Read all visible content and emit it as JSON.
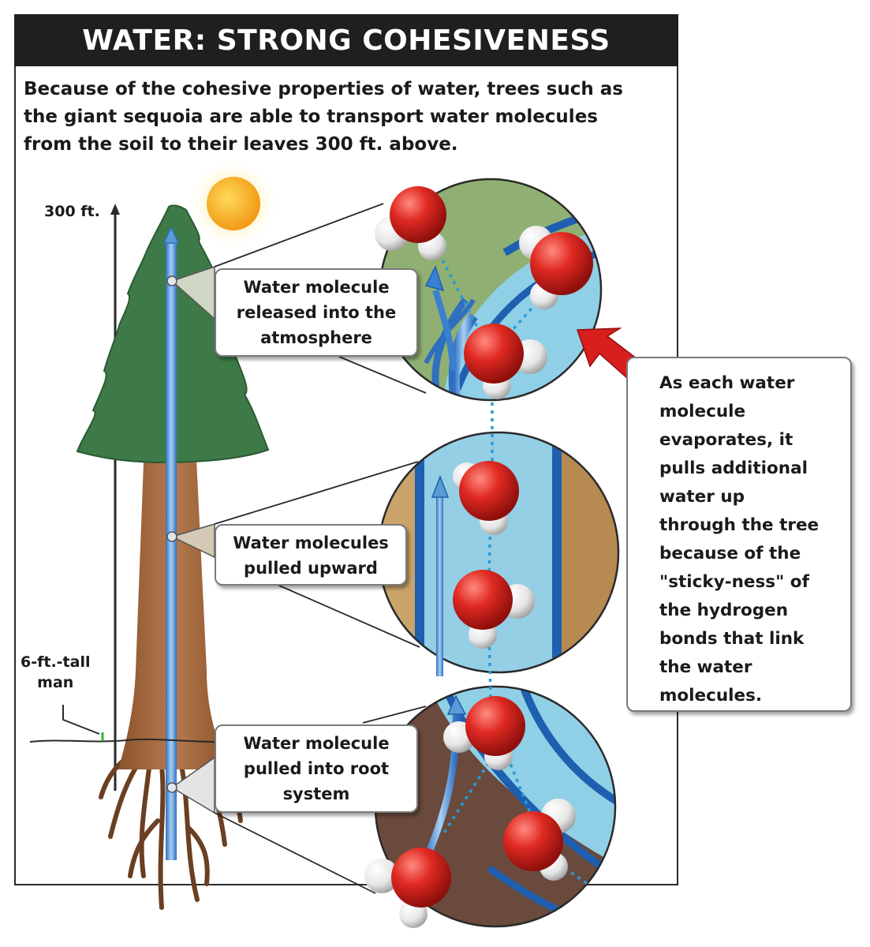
{
  "title": "WATER: STRONG COHESIVENESS",
  "intro_lines": [
    "Because of the cohesive properties of water, trees such as",
    "the giant sequoia are able to transport water molecules",
    "from the soil to their leaves 300 ft. above."
  ],
  "height_label": "300 ft.",
  "man_label_lines": [
    "6-ft.-tall",
    "man"
  ],
  "callouts": {
    "top": [
      "Water molecule",
      "released into the",
      "atmosphere"
    ],
    "middle": [
      "Water molecules",
      "pulled upward"
    ],
    "bottom": [
      "Water molecule",
      "pulled into root",
      "system"
    ]
  },
  "side_note_lines": [
    "As each water",
    "molecule",
    "evaporates, it",
    "pulls additional",
    "water up",
    "through the tree",
    "because of the",
    "\"sticky-ness\" of",
    "the hydrogen",
    "bonds that link",
    "the water",
    "molecules."
  ],
  "colors": {
    "title_bar": "#1f1f1f",
    "foliage": "#3f7a48",
    "trunk": "#a5683f",
    "xylem_flow": "#5b9bd5",
    "oxygen": "#d0201c",
    "hydrogen": "#eeeeee",
    "arrow": "#d91e1e",
    "sun": "#f6b82a"
  }
}
